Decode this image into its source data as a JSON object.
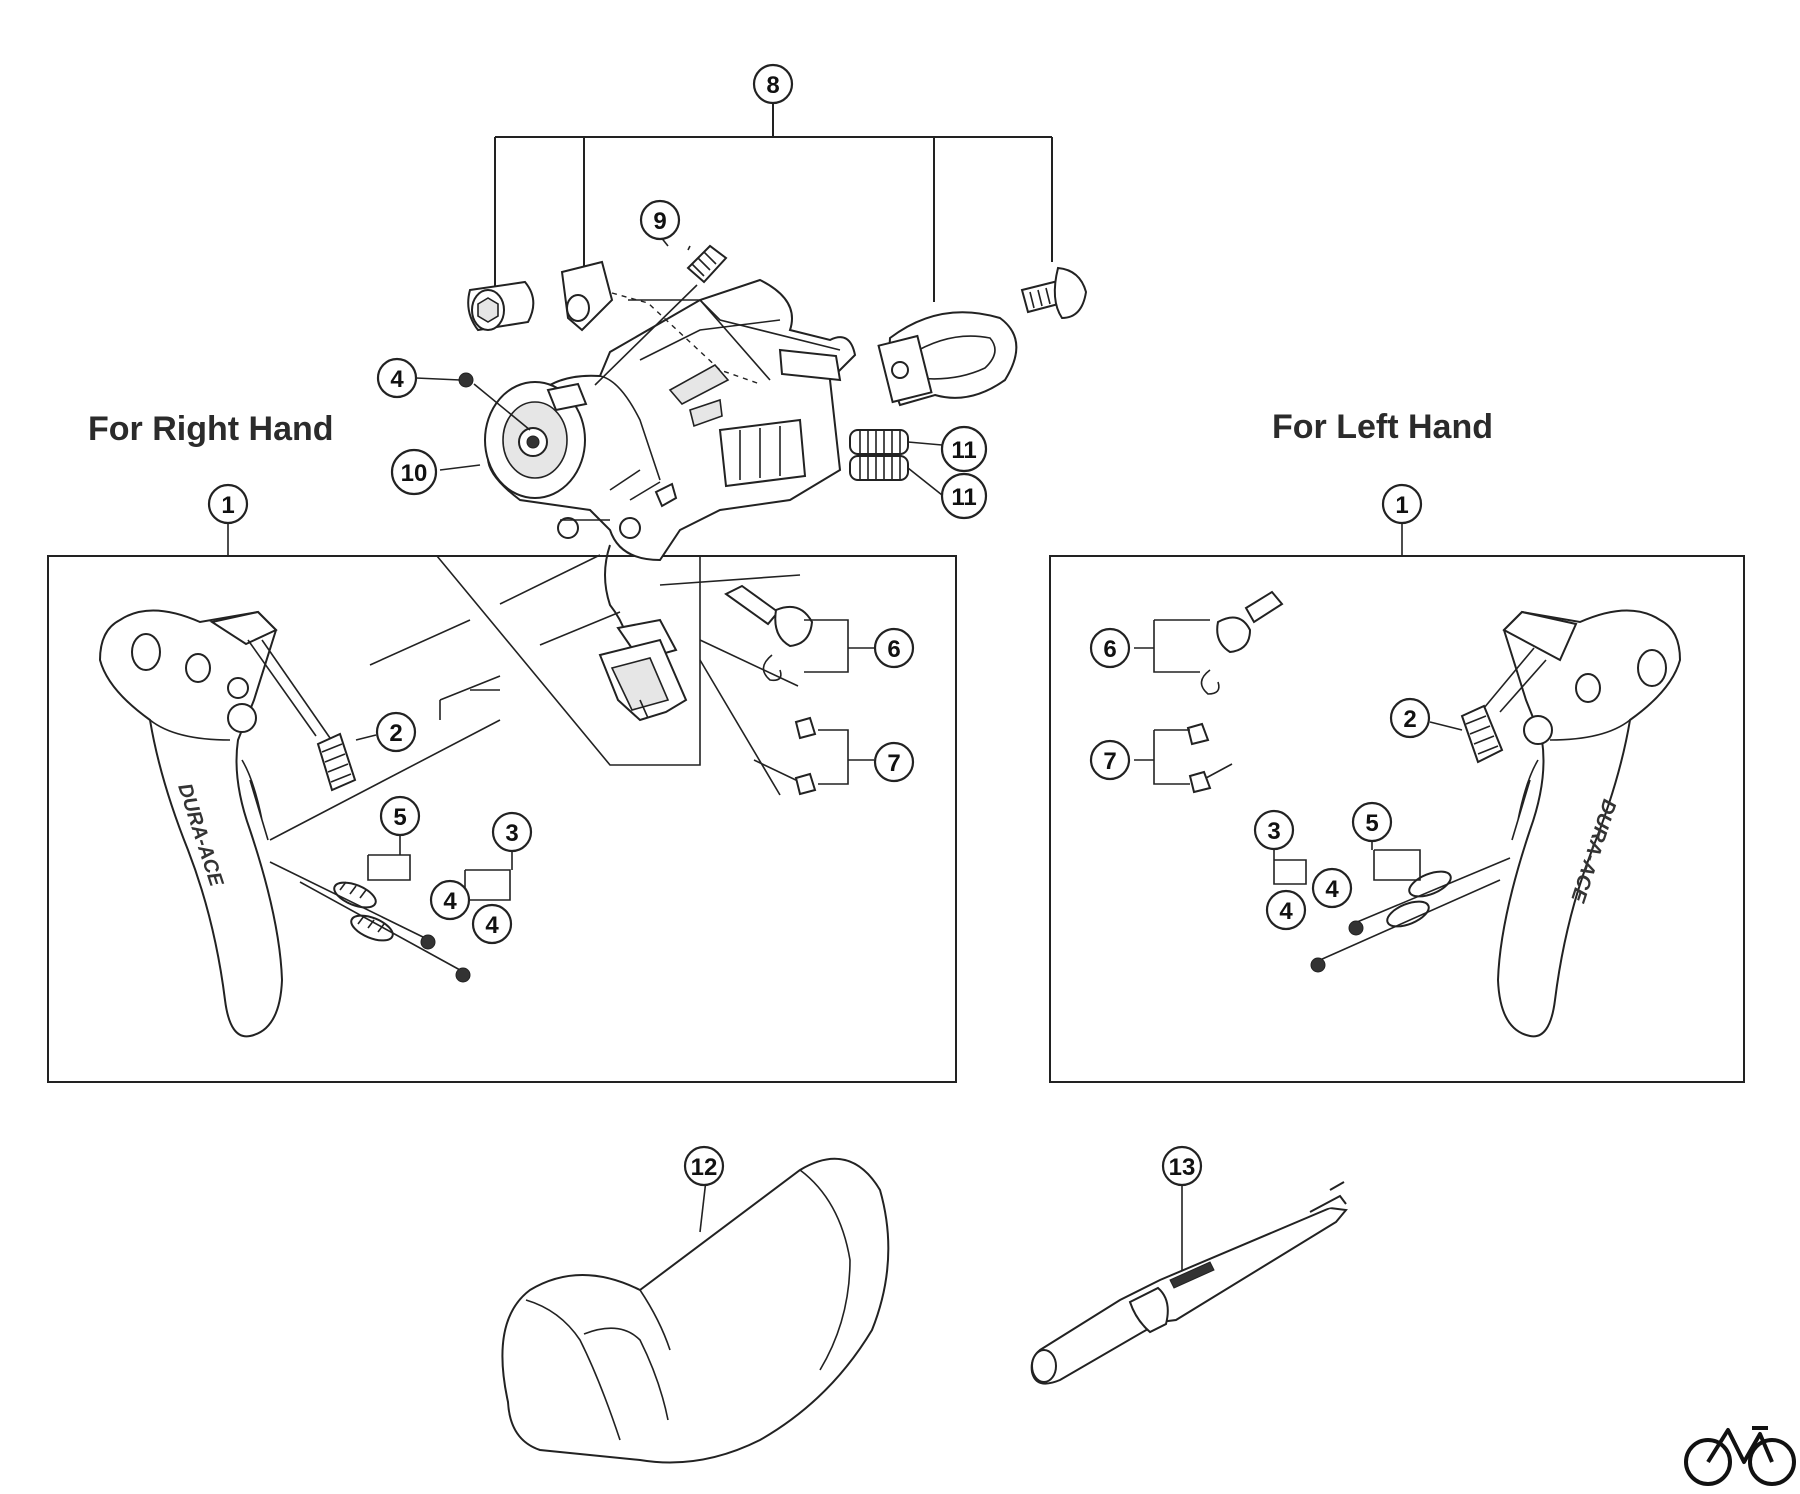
{
  "headings": {
    "right_hand": "For Right Hand",
    "left_hand": "For Left Hand"
  },
  "callouts": [
    {
      "id": "c8",
      "number": "8"
    },
    {
      "id": "c9",
      "number": "9"
    },
    {
      "id": "c4a",
      "number": "4"
    },
    {
      "id": "c10",
      "number": "10"
    },
    {
      "id": "c11a",
      "number": "11"
    },
    {
      "id": "c11b",
      "number": "11"
    },
    {
      "id": "c1r",
      "number": "1"
    },
    {
      "id": "c1l",
      "number": "1"
    },
    {
      "id": "c6r",
      "number": "6"
    },
    {
      "id": "c7r",
      "number": "7"
    },
    {
      "id": "c2r",
      "number": "2"
    },
    {
      "id": "c5r",
      "number": "5"
    },
    {
      "id": "c3r",
      "number": "3"
    },
    {
      "id": "c4r1",
      "number": "4"
    },
    {
      "id": "c4r2",
      "number": "4"
    },
    {
      "id": "c6l",
      "number": "6"
    },
    {
      "id": "c7l",
      "number": "7"
    },
    {
      "id": "c2l",
      "number": "2"
    },
    {
      "id": "c3l",
      "number": "3"
    },
    {
      "id": "c5l",
      "number": "5"
    },
    {
      "id": "c4l1",
      "number": "4"
    },
    {
      "id": "c4l2",
      "number": "4"
    },
    {
      "id": "c12",
      "number": "12"
    },
    {
      "id": "c13",
      "number": "13"
    }
  ],
  "lever_logo_text": "DURA-ACE",
  "brand_icon": "bicycle-icon"
}
